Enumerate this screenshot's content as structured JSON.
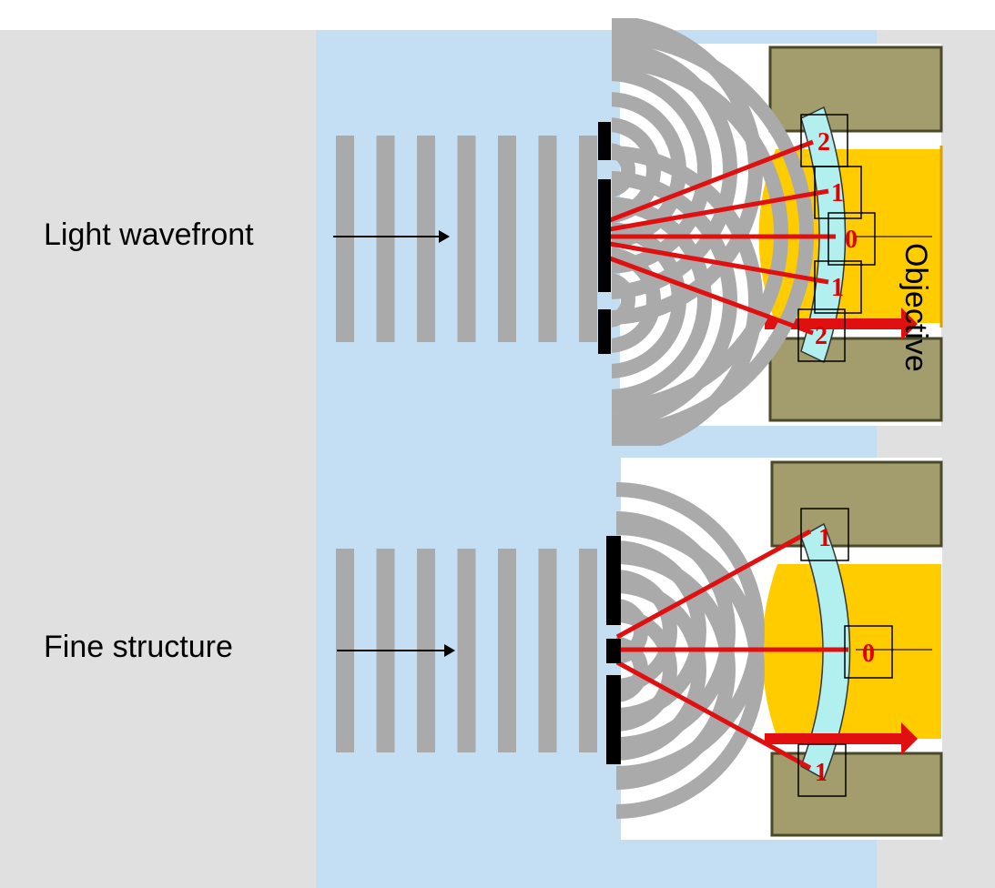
{
  "labels": {
    "top": "Light wavefront",
    "bottom": "Fine structure",
    "objective": "Objective"
  },
  "orders_top": [
    "2",
    "1",
    "0",
    "1",
    "2"
  ],
  "orders_bottom": [
    "1",
    "0",
    "1"
  ],
  "colors": {
    "page": "#ffffff",
    "side": "#e0e0e0",
    "medium": "#c4def4",
    "wave": "#aaaaaa",
    "ray": "#e01010",
    "lens": "#ffcc00",
    "housing": "#a39c6c",
    "front_lens": "#b2f0f0"
  }
}
